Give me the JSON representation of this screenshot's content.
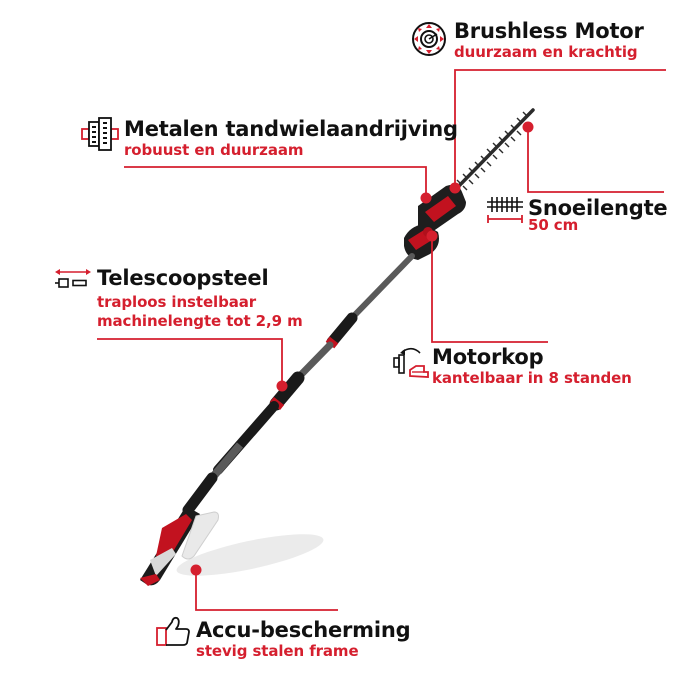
{
  "colors": {
    "accent": "#d51f2e",
    "text": "#111111",
    "background": "#ffffff",
    "tool_body": "#1c1c1c",
    "tool_red": "#c2121f",
    "pole_gray": "#6b6b6b"
  },
  "features": {
    "brushless_motor": {
      "icon": "motor-icon",
      "title": "Brushless Motor",
      "subtitle": "duurzaam en krachtig"
    },
    "gear_drive": {
      "icon": "gear-drive-icon",
      "title": "Metalen tandwielaandrijving",
      "subtitle": "robuust en duurzaam"
    },
    "cutting_length": {
      "icon": "blade-length-icon",
      "title": "Snoeilengte",
      "subtitle": "50 cm"
    },
    "telescopic_pole": {
      "icon": "telescope-icon",
      "title": "Telescoopsteel",
      "subtitle_line1": "traploos instelbaar",
      "subtitle_line2": "machinelengte tot 2,9 m"
    },
    "motor_head": {
      "icon": "tilt-head-icon",
      "title": "Motorkop",
      "subtitle": "kantelbaar in 8 standen"
    },
    "battery_protection": {
      "icon": "thumbs-up-icon",
      "title": "Accu-bescherming",
      "subtitle": "stevig stalen frame"
    }
  }
}
